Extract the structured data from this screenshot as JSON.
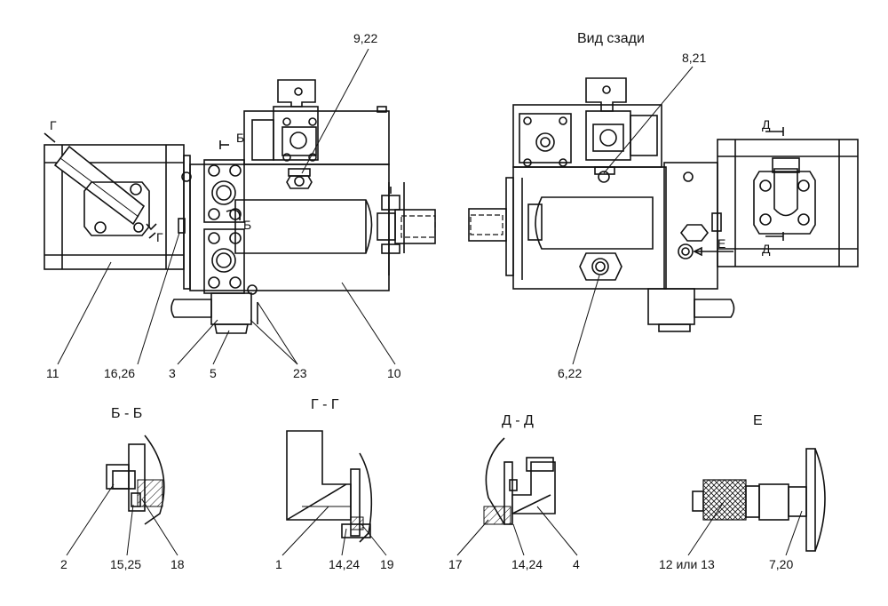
{
  "title_rear": "Вид сзади",
  "section_labels": {
    "bb": "Б - Б",
    "gg": "Г - Г",
    "dd": "Д - Д",
    "e": "Е"
  },
  "cut_marks": {
    "g": "Г",
    "b": "Б",
    "d": "Д",
    "e": "Е"
  },
  "callouts": {
    "c9_22": "9,22",
    "c8_21": "8,21",
    "c11": "11",
    "c16_26": "16,26",
    "c3": "3",
    "c5": "5",
    "c23": "23",
    "c10": "10",
    "c6_22": "6,22",
    "c2": "2",
    "c15_25": "15,25",
    "c18": "18",
    "c1": "1",
    "c14_24_a": "14,24",
    "c19": "19",
    "c17": "17",
    "c14_24_b": "14,24",
    "c4": "4",
    "c12_13": "12 или 13",
    "c7_20": "7,20"
  }
}
